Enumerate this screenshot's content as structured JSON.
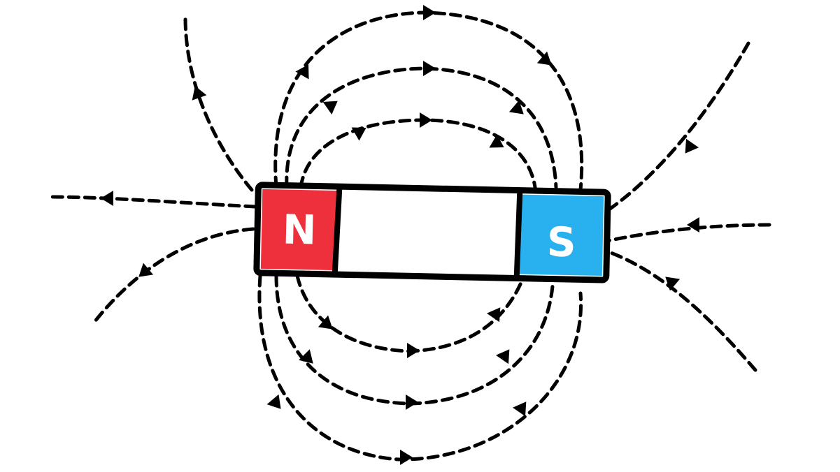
{
  "magnet": {
    "north_label": "N",
    "south_label": "S",
    "north_color": "#ee2f3c",
    "south_color": "#29b0ef",
    "body_color": "#ffffff",
    "outline_color": "#000000"
  },
  "field_lines": {
    "direction": "north-to-south",
    "style": "dashed",
    "arrow_icon": "triangle-arrow-icon"
  }
}
